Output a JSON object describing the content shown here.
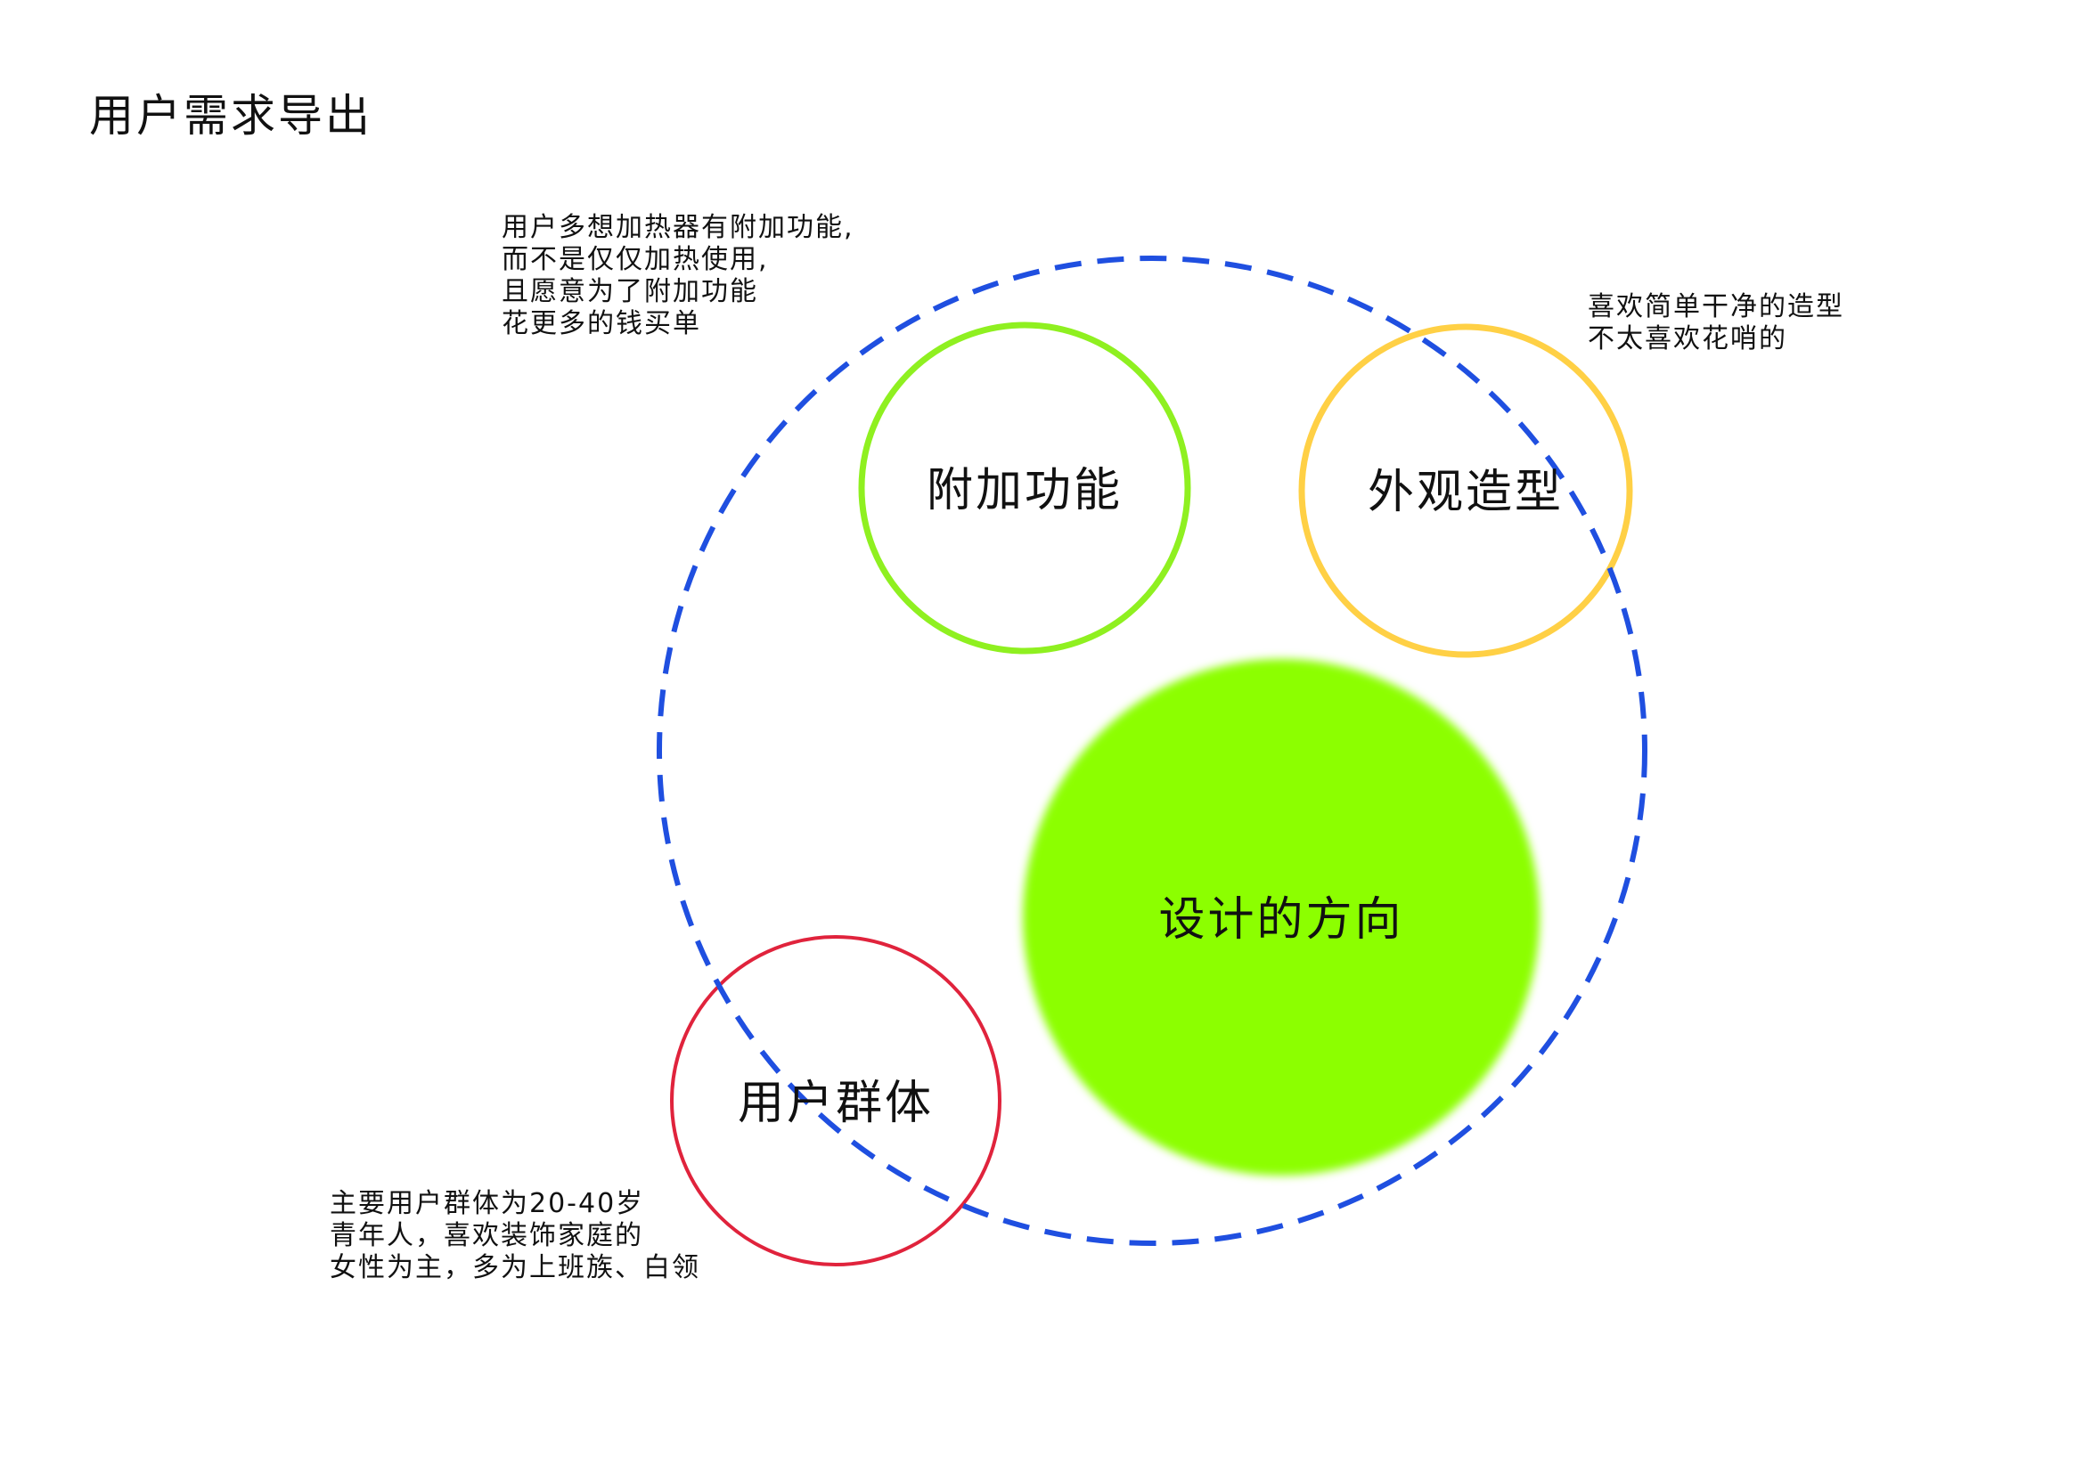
{
  "title": "用户需求导出",
  "colors": {
    "scope_ring": "#1f4fe0",
    "features_ring": "#8ff020",
    "appearance_ring": "#ffd045",
    "users_ring": "#e0233c",
    "direction_fill": "#8cff00"
  },
  "circles": {
    "features": "附加功能",
    "appearance": "外观造型",
    "direction": "设计的方向",
    "users": "用户群体"
  },
  "notes": {
    "features": [
      "用户多想加热器有附加功能,",
      "而不是仅仅加热使用,",
      "且愿意为了附加功能",
      "花更多的钱买单"
    ],
    "appearance": [
      "喜欢简单干净的造型",
      "不太喜欢花哨的"
    ],
    "users": [
      "主要用户群体为20-40岁",
      "青年人，喜欢装饰家庭的",
      "女性为主，多为上班族、白领"
    ]
  }
}
